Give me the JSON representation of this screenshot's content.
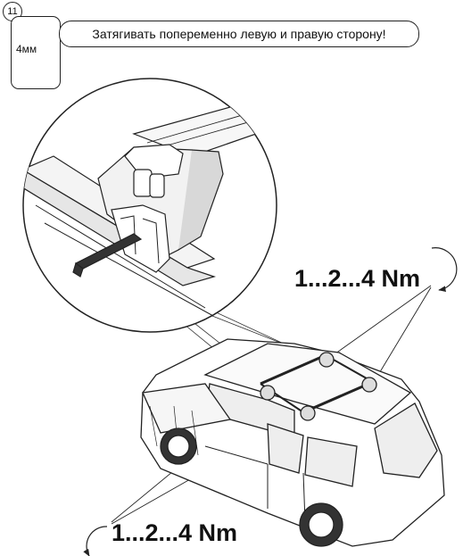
{
  "step_number": "11",
  "tool": {
    "name": "hex-key-icon",
    "size_label": "4мм"
  },
  "instruction": "Затягивать попеременно левую и правую сторону!",
  "torque_top": "1...2...4 Nm",
  "torque_bottom": "1...2...4 Nm",
  "colors": {
    "line": "#222222",
    "background": "#ffffff",
    "shade": "#555555"
  }
}
